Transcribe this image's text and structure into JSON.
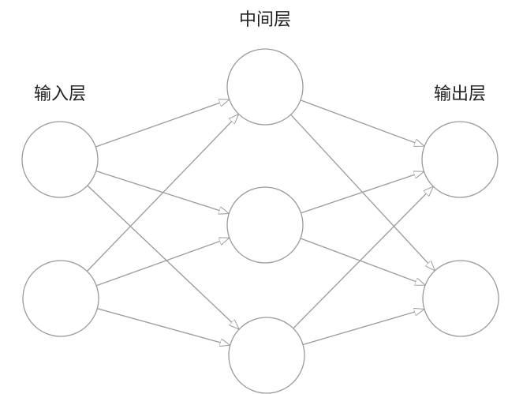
{
  "labels": {
    "input_layer": "输入层",
    "hidden_layer": "中间层",
    "output_layer": "输出层"
  },
  "nodes": {
    "input": [
      "input-node-1",
      "input-node-2"
    ],
    "hidden": [
      "hidden-node-1",
      "hidden-node-2",
      "hidden-node-3"
    ],
    "output": [
      "output-node-1",
      "output-node-2"
    ]
  },
  "connections": [
    {
      "from": "input-node-1",
      "to": "hidden-node-1"
    },
    {
      "from": "input-node-1",
      "to": "hidden-node-2"
    },
    {
      "from": "input-node-1",
      "to": "hidden-node-3"
    },
    {
      "from": "input-node-2",
      "to": "hidden-node-1"
    },
    {
      "from": "input-node-2",
      "to": "hidden-node-2"
    },
    {
      "from": "input-node-2",
      "to": "hidden-node-3"
    },
    {
      "from": "hidden-node-1",
      "to": "output-node-1"
    },
    {
      "from": "hidden-node-1",
      "to": "output-node-2"
    },
    {
      "from": "hidden-node-2",
      "to": "output-node-1"
    },
    {
      "from": "hidden-node-2",
      "to": "output-node-2"
    },
    {
      "from": "hidden-node-3",
      "to": "output-node-1"
    },
    {
      "from": "hidden-node-3",
      "to": "output-node-2"
    }
  ],
  "colors": {
    "stroke": "#9a9a9a",
    "text": "#222222",
    "background": "#ffffff"
  }
}
